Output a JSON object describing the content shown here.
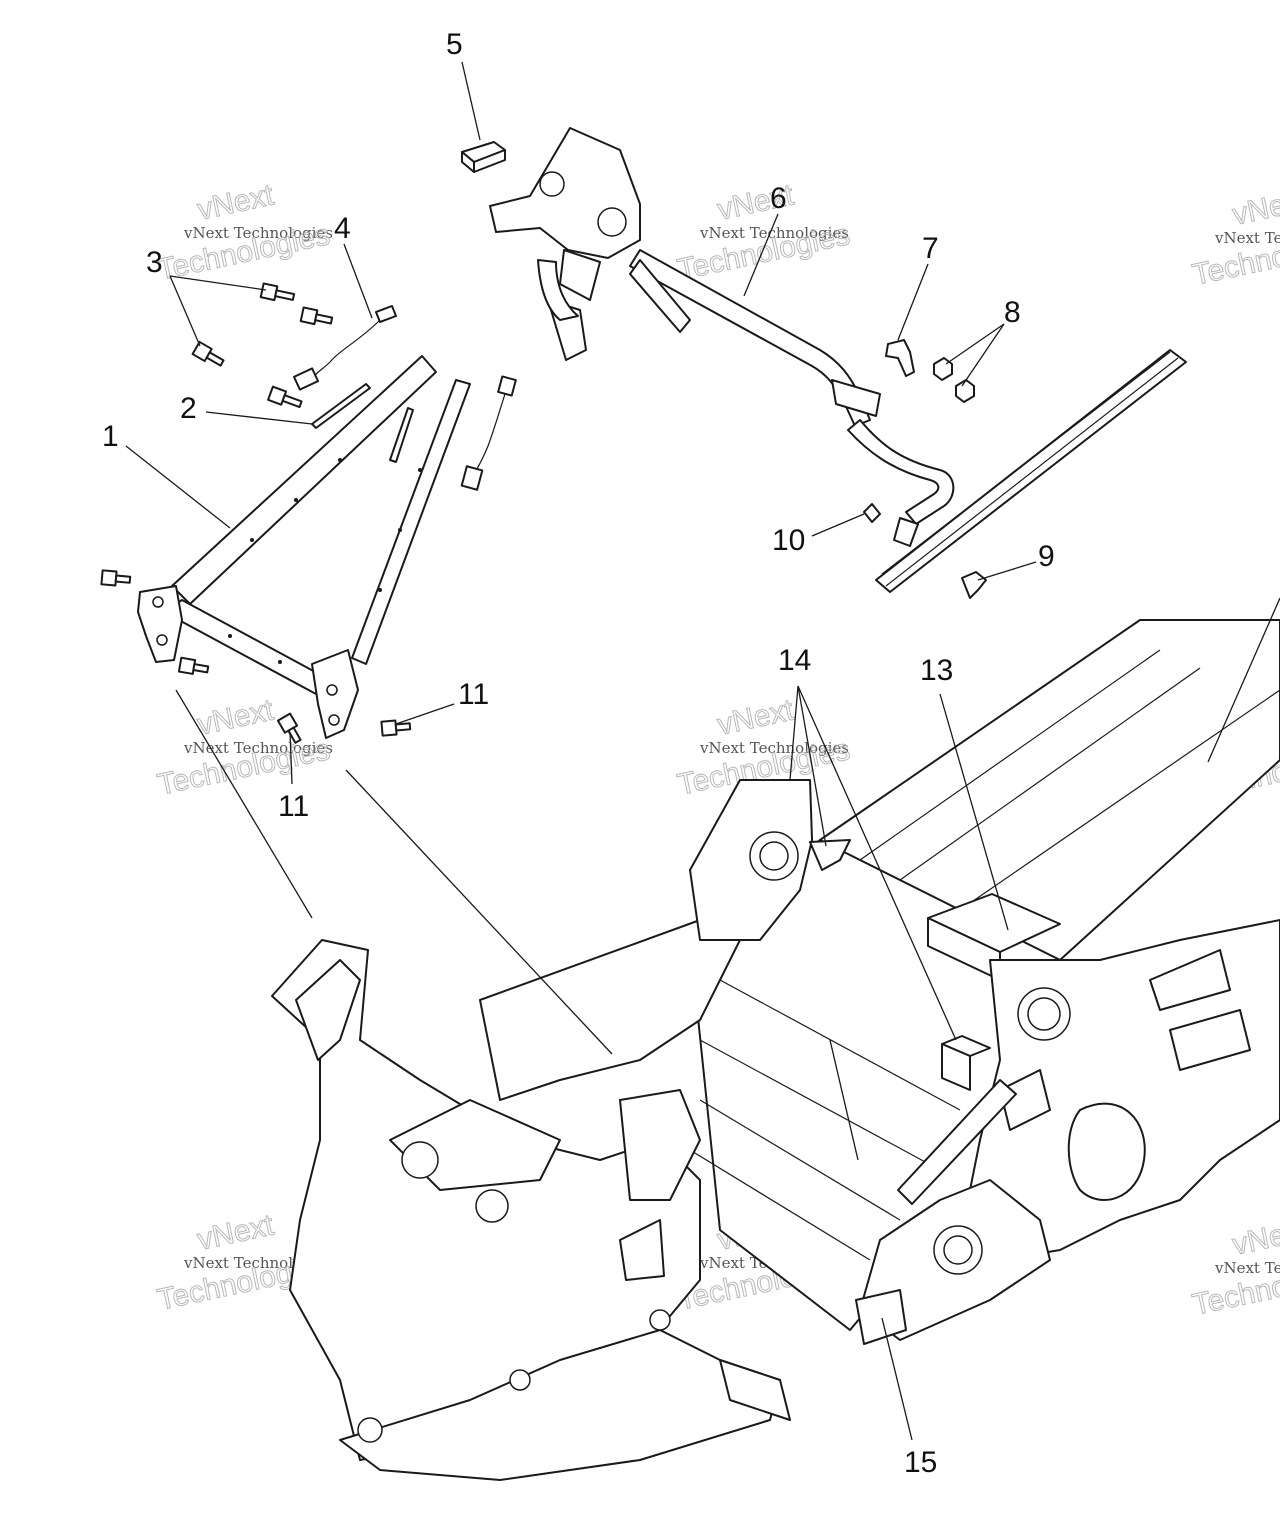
{
  "callouts": {
    "c1": "1",
    "c2": "2",
    "c3": "3",
    "c4": "4",
    "c5": "5",
    "c6": "6",
    "c7": "7",
    "c8": "8",
    "c9": "9",
    "c10": "10",
    "c11a": "11",
    "c11b": "11",
    "c13": "13",
    "c14": "14",
    "c15": "15"
  },
  "watermark": {
    "line1": "vNext Technologies",
    "line2": "vNext",
    "line3": "Technologies"
  }
}
